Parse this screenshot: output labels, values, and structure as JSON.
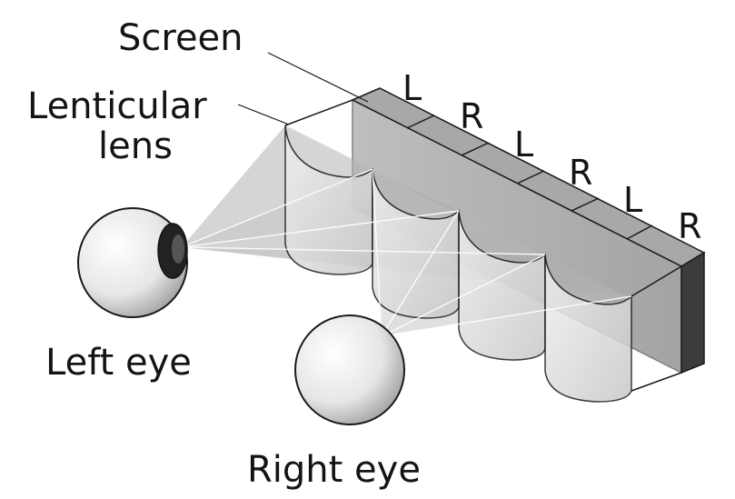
{
  "labels": {
    "screen": "Screen",
    "lenticular_lens_line1": "Lenticular",
    "lenticular_lens_line2": "lens",
    "left_eye": "Left eye",
    "right_eye": "Right eye"
  },
  "pixel_columns": [
    "L",
    "R",
    "L",
    "R",
    "L",
    "R"
  ],
  "colors": {
    "screen_top": "#a8a8a8",
    "screen_front": "#6e6e6e",
    "screen_end": "#3c3c3c",
    "lens_fill": "#e4e4e4",
    "ray_fill": "#b4b4b4",
    "outline": "#1a1a1a",
    "iris": "#222222",
    "text": "#141414"
  }
}
